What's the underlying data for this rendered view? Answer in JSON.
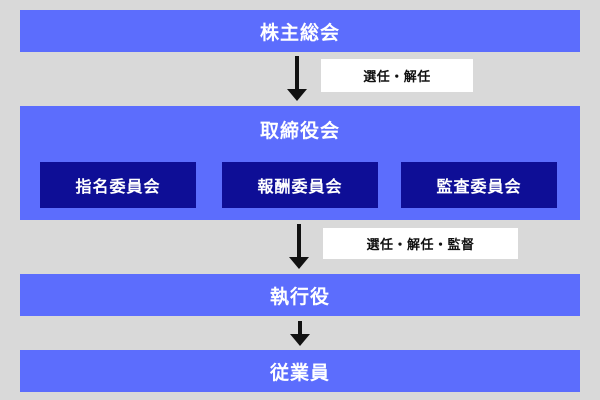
{
  "diagram": {
    "nodes": {
      "shareholders_meeting": "株主総会",
      "board": "取締役会",
      "committees": [
        "指名委員会",
        "報酬委員会",
        "監査委員会"
      ],
      "executive_officers": "執行役",
      "employees": "従業員"
    },
    "edges": [
      {
        "from": "株主総会",
        "to": "取締役会",
        "label": "選任・解任"
      },
      {
        "from": "取締役会",
        "to": "執行役",
        "label": "選任・解任・監督"
      },
      {
        "from": "執行役",
        "to": "従業員",
        "label": ""
      }
    ]
  },
  "colors": {
    "background": "#d9d9d9",
    "bar": "#5c6dfd",
    "committee": "#0e0e96",
    "arrow": "#111111",
    "label_background": "#ffffff"
  }
}
